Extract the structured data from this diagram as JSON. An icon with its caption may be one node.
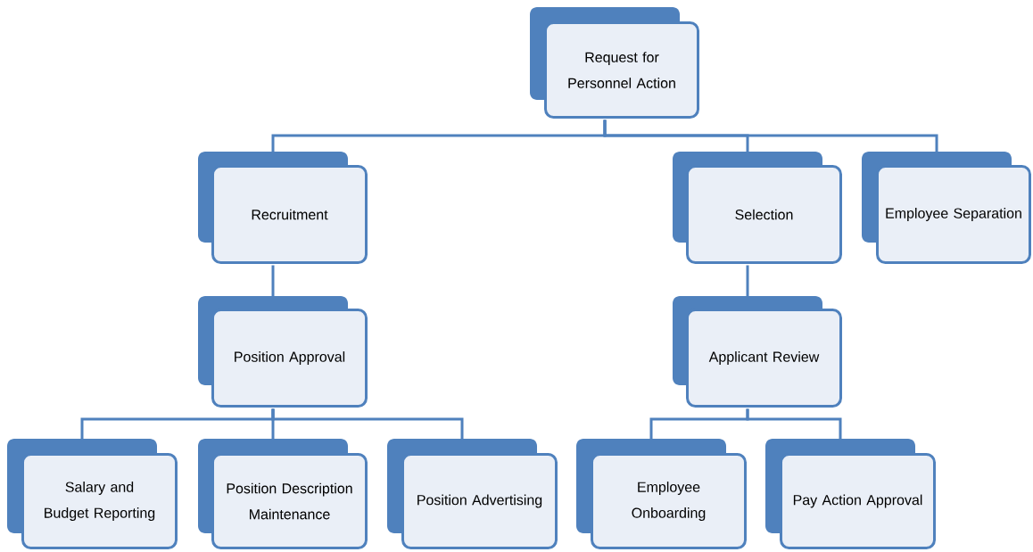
{
  "diagram": {
    "nodes": [
      {
        "text": [
          "Request for Personnel Action"
        ]
      },
      {
        "text": [
          "Recruitment"
        ]
      },
      {
        "text": [
          "Selection"
        ]
      },
      {
        "text": [
          "Employee Separation"
        ]
      },
      {
        "text": [
          "Position Approval"
        ]
      },
      {
        "text": [
          "Applicant Review"
        ]
      },
      {
        "text": [
          "Salary and Budget Reporting"
        ]
      },
      {
        "text": [
          "Position Description Maintenance"
        ]
      },
      {
        "text": [
          "Position Advertising"
        ]
      },
      {
        "text": [
          "Employee Onboarding"
        ]
      },
      {
        "text": [
          "Pay Action Approval"
        ]
      }
    ],
    "edges": [
      {
        "from": 0,
        "to": 1,
        "arrow": "none"
      },
      {
        "from": 0,
        "to": 2,
        "arrow": "none"
      },
      {
        "from": 0,
        "to": 3,
        "arrow": "none"
      },
      {
        "from": 1,
        "to": 4,
        "arrow": "none"
      },
      {
        "from": 2,
        "to": 5,
        "arrow": "none"
      },
      {
        "from": 4,
        "to": 6,
        "arrow": "none"
      },
      {
        "from": 4,
        "to": 7,
        "arrow": "none"
      },
      {
        "from": 4,
        "to": 8,
        "arrow": "none"
      },
      {
        "from": 5,
        "to": 9,
        "arrow": "none"
      },
      {
        "from": 5,
        "to": 10,
        "arrow": "none"
      }
    ]
  }
}
